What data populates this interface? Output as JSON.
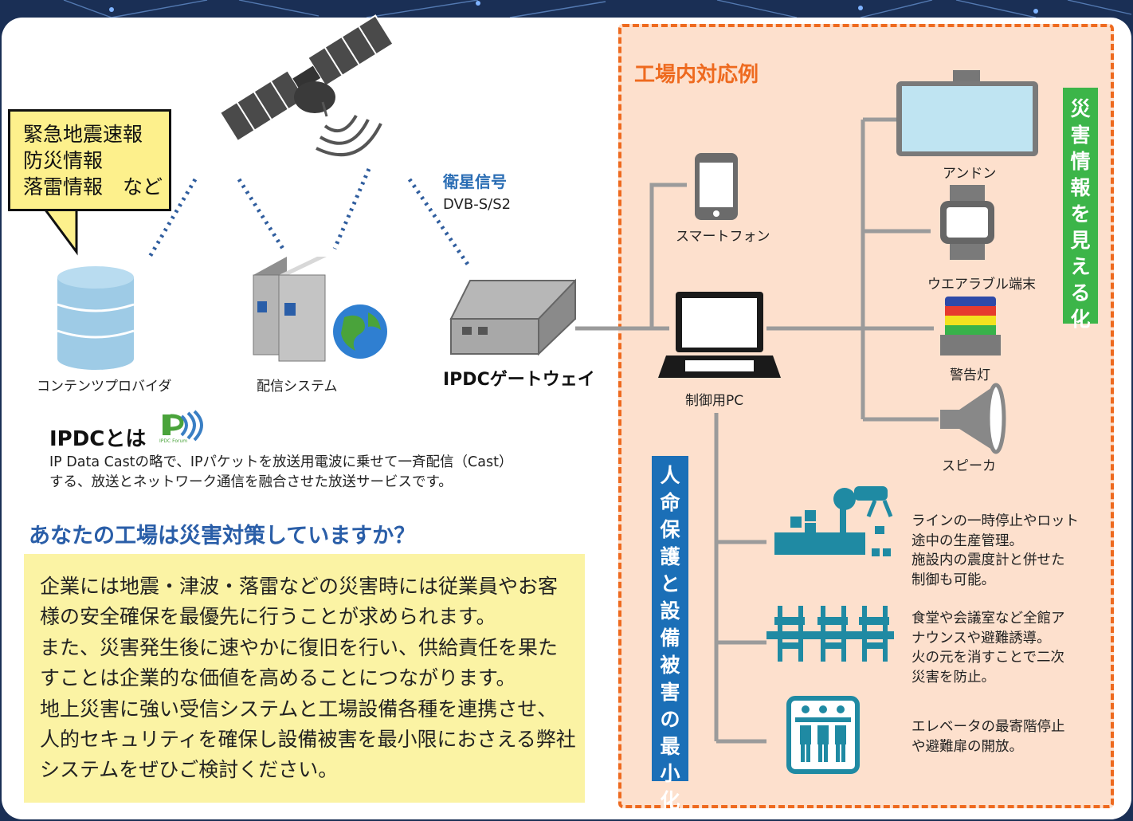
{
  "callout": {
    "line1": "緊急地震速報",
    "line2": "防災情報",
    "line3": "落雷情報　など"
  },
  "labels": {
    "content_provider": "コンテンツプロバイダ",
    "distribution_system": "配信システム",
    "gateway": "IPDCゲートウェイ",
    "satellite_signal": "衛星信号",
    "satellite_standard": "DVB-S/S2",
    "smartphone": "スマートフォン",
    "control_pc": "制御用PC",
    "andon": "アンドン",
    "wearable": "ウエアラブル端末",
    "warning_light": "警告灯",
    "speaker": "スピーカ"
  },
  "factory": {
    "title": "工場内対応例",
    "visualize": [
      "災",
      "害",
      "情",
      "報",
      "を",
      "見",
      "え",
      "る",
      "化"
    ],
    "protect": [
      "人",
      "命",
      "保",
      "護",
      "と",
      "設",
      "備",
      "被",
      "害",
      "の",
      "最",
      "小",
      "化"
    ],
    "actions": [
      {
        "lines": [
          "ラインの一時停止やロット",
          "途中の生産管理。",
          "施設内の震度計と併せた",
          "制御も可能。"
        ]
      },
      {
        "lines": [
          "食堂や会議室など全館ア",
          "ナウンスや避難誘導。",
          "火の元を消すことで二次",
          "災害を防止。"
        ]
      },
      {
        "lines": [
          "エレベータの最寄階停止",
          "や避難扉の開放。"
        ]
      }
    ]
  },
  "ipdc": {
    "heading": "IPDCとは",
    "logo_text": "IPDC Forum",
    "desc1": "IP Data Castの略で、IPパケットを放送用電波に乗せて一斉配信（Cast）",
    "desc2": "する、放送とネットワーク通信を融合させた放送サービスです。"
  },
  "question": "あなたの工場は災害対策していますか？",
  "body_lines": [
    "企業には地震・津波・落雷などの災害時には従業員やお客",
    "様の安全確保を最優先に行うことが求められます。",
    "また、災害発生後に速やかに復旧を行い、供給責任を果た",
    "すことは企業的な価値を高めることにつながります。",
    "地上災害に強い受信システムと工場設備各種を連携させ、",
    "人的セキュリティを確保し設備被害を最小限におさえる弊社",
    "システムをぜひご検討ください。"
  ],
  "colors": {
    "orange": "#ee6a1f",
    "green": "#3cb549",
    "blue": "#1b6fb7",
    "teal": "#1f8aa3",
    "yellow": "#fbf3a4"
  }
}
